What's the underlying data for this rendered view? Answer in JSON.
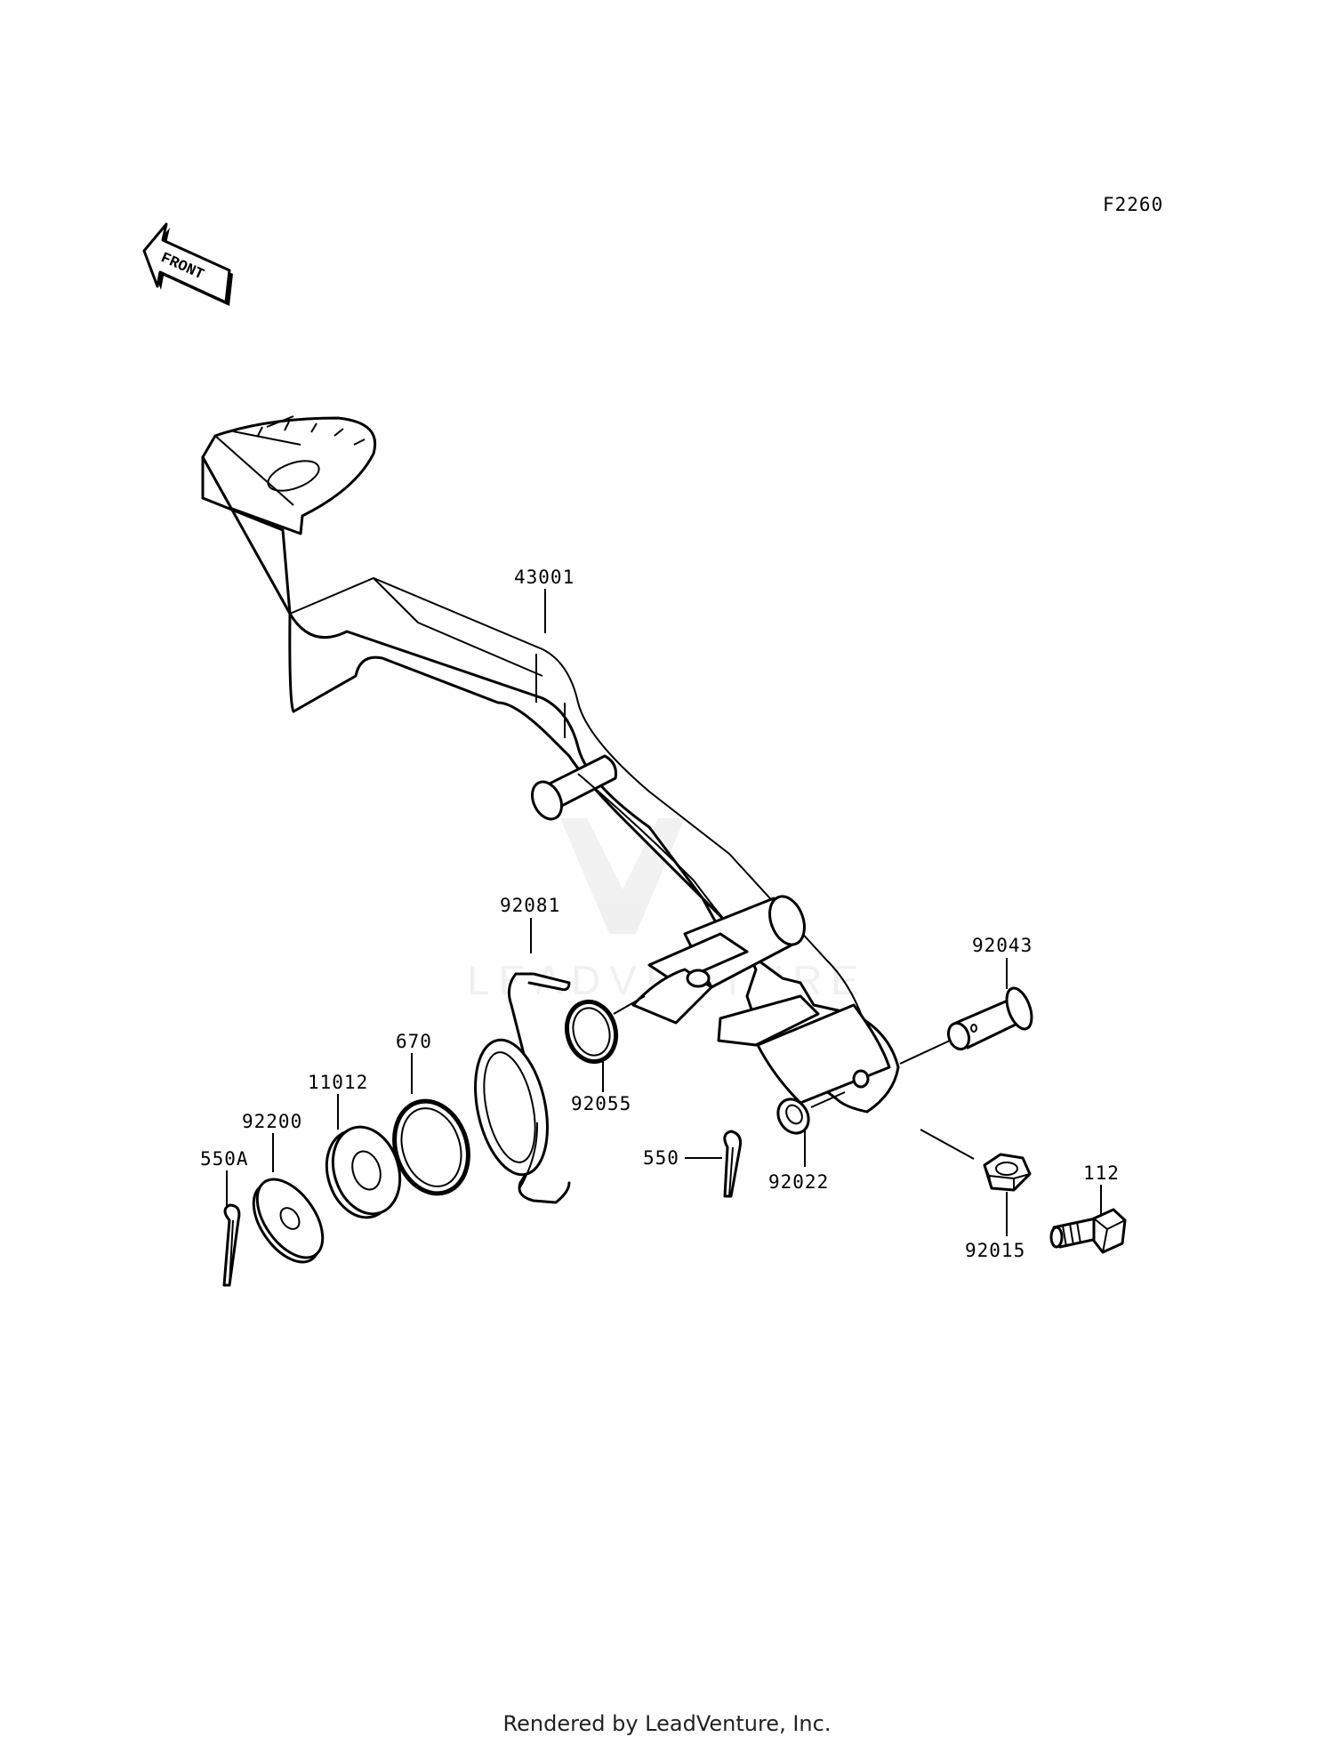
{
  "figure_code": "F2260",
  "front_arrow_label": "FRONT",
  "watermark": "LEADVENTURE",
  "footer": "Rendered by LeadVenture, Inc.",
  "parts": {
    "p43001": "43001",
    "p92081": "92081",
    "p92043": "92043",
    "p670": "670",
    "p92055": "92055",
    "p11012": "11012",
    "p92200": "92200",
    "p550A": "550A",
    "p550": "550",
    "p92022": "92022",
    "p112": "112",
    "p92015": "92015"
  }
}
